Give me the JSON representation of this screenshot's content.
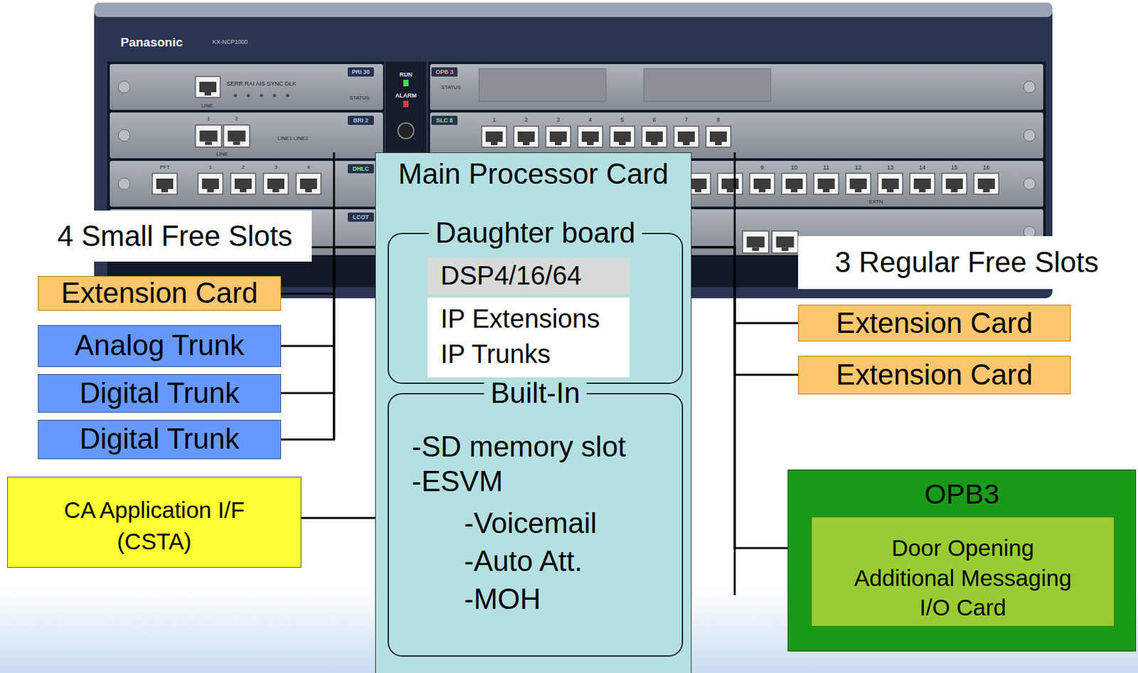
{
  "diagram": {
    "nodes": [
      {
        "text": [
          "Main Processor Card"
        ]
      },
      {
        "text": [
          "Daughter board"
        ],
        "in": 0
      },
      {
        "text": [
          "DSP4/16/64"
        ],
        "in": 1
      },
      {
        "text": [
          "IP Extensions",
          "IP Trunks"
        ],
        "in": 1
      },
      {
        "text": [
          "Built-In",
          "-SD memory slot",
          "-ESVM",
          "-Voicemail",
          "-Auto Att.",
          "-MOH"
        ],
        "in": 0
      },
      {
        "text": [
          "4 Small Free Slots"
        ]
      },
      {
        "text": [
          "Extension Card"
        ]
      },
      {
        "text": [
          "Analog Trunk"
        ]
      },
      {
        "text": [
          "Digital Trunk"
        ]
      },
      {
        "text": [
          "Digital Trunk"
        ]
      },
      {
        "text": [
          "CA Application I/F",
          "(CSTA)"
        ]
      },
      {
        "text": [
          "3 Regular Free Slots"
        ]
      },
      {
        "text": [
          "Extension Card"
        ]
      },
      {
        "text": [
          "Extension Card"
        ]
      },
      {
        "text": [
          "OPB3"
        ]
      },
      {
        "text": [
          "Door Opening",
          "Additional Messaging",
          "I/O Card"
        ],
        "in": 14
      }
    ],
    "edges": [
      {
        "from": 5,
        "to": 0,
        "arrow": "none"
      },
      {
        "from": 6,
        "to": 0,
        "arrow": "none"
      },
      {
        "from": 7,
        "to": 0,
        "arrow": "none"
      },
      {
        "from": 8,
        "to": 0,
        "arrow": "none"
      },
      {
        "from": 9,
        "to": 0,
        "arrow": "none"
      },
      {
        "from": 10,
        "to": 0,
        "arrow": "none"
      },
      {
        "from": 12,
        "to": 0,
        "arrow": "none"
      },
      {
        "from": 13,
        "to": 0,
        "arrow": "none"
      },
      {
        "from": 14,
        "to": 0,
        "arrow": "none"
      }
    ],
    "labels": [
      "Panasonic",
      "KX-NCP1000",
      "SERR RAI AIS SYNC DLK",
      "LINE",
      "PRI 30",
      "STATUS",
      "RUN",
      "ALARM",
      "OPB 3",
      "STATUS",
      "BRI 2",
      "1",
      "2",
      "LINE1 LINE2",
      "LINE",
      "SLC 8",
      "1",
      "2",
      "3",
      "4",
      "5",
      "6",
      "7",
      "8",
      "DHLC",
      "PFT",
      "1",
      "2",
      "3",
      "4",
      "9",
      "10",
      "11",
      "12",
      "13",
      "14",
      "15",
      "16",
      "EXTN",
      "LCOT"
    ]
  }
}
